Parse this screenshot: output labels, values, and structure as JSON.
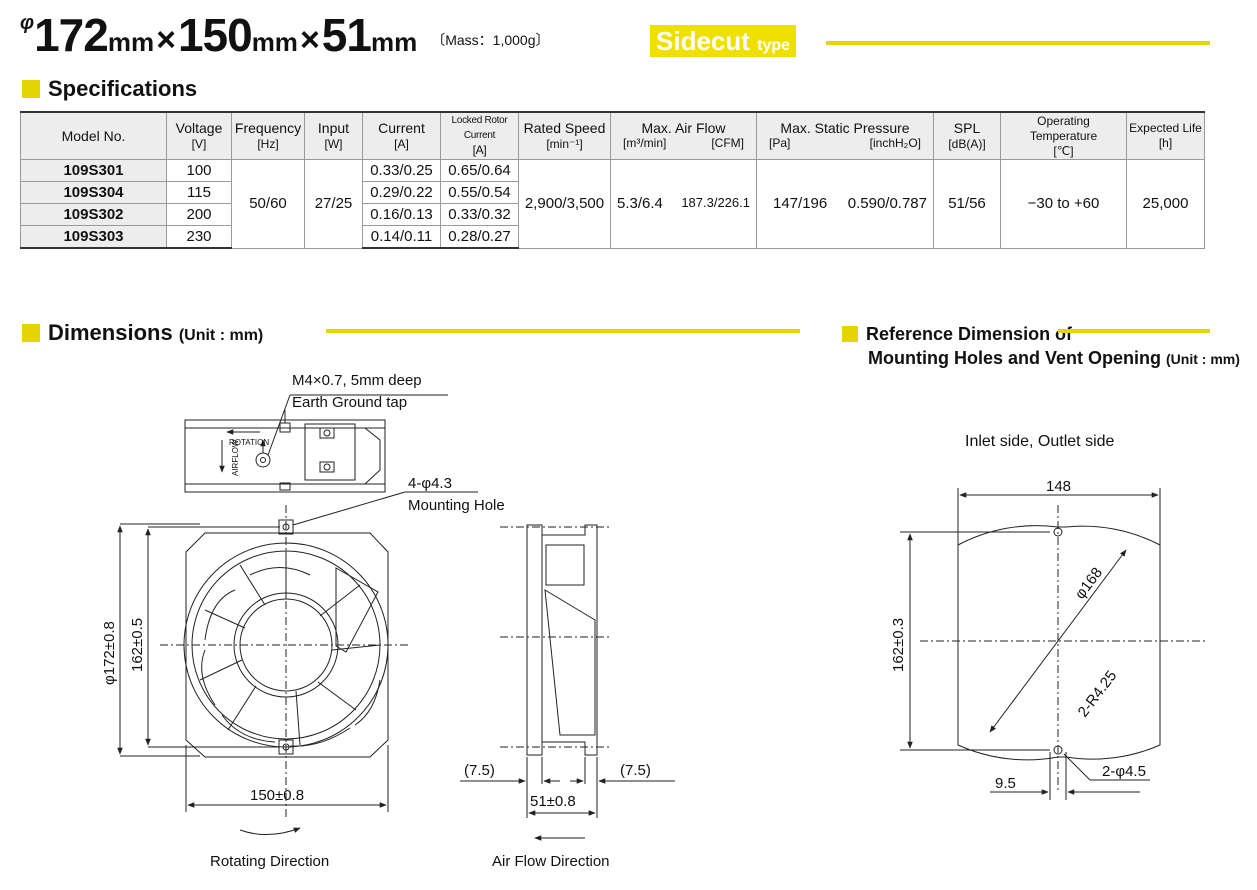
{
  "header": {
    "phi": "φ",
    "d1": "172",
    "u1": "mm",
    "x1": "×",
    "d2": "150",
    "u2": "mm",
    "x2": "×",
    "d3": "51",
    "u3": "mm",
    "mass": "〔Mass：1,000g〕",
    "type_name": "Sidecut",
    "type_suffix": "type"
  },
  "sections": {
    "specifications": "Specifications",
    "dimensions": "Dimensions",
    "dimensions_unit": "(Unit : mm)",
    "reference_line1": "Reference Dimension of",
    "reference_line2": "Mounting Holes and Vent Opening",
    "reference_unit": "(Unit : mm)"
  },
  "table": {
    "headers": {
      "model": "Model No.",
      "voltage": "Voltage",
      "voltage_u": "[V]",
      "frequency": "Frequency",
      "frequency_u": "[Hz]",
      "input": "Input",
      "input_u": "[W]",
      "current": "Current",
      "current_u": "[A]",
      "locked": "Locked Rotor Current",
      "locked_u": "[A]",
      "speed": "Rated Speed",
      "speed_u": "[min⁻¹]",
      "airflow": "Max. Air Flow",
      "airflow_u1": "[m³/min]",
      "airflow_u2": "[CFM]",
      "pressure": "Max. Static Pressure",
      "pressure_u1": "[Pa]",
      "pressure_u2": "[inchH₂O]",
      "spl": "SPL",
      "spl_u": "[dB(A)]",
      "temp": "Operating Temperature",
      "temp_u": "[℃]",
      "life": "Expected Life",
      "life_u": "[h]"
    },
    "rows": [
      {
        "model": "109S301",
        "voltage": "100",
        "current": "0.33/0.25",
        "locked": "0.65/0.64"
      },
      {
        "model": "109S304",
        "voltage": "115",
        "current": "0.29/0.22",
        "locked": "0.55/0.54"
      },
      {
        "model": "109S302",
        "voltage": "200",
        "current": "0.16/0.13",
        "locked": "0.33/0.32"
      },
      {
        "model": "109S303",
        "voltage": "230",
        "current": "0.14/0.11",
        "locked": "0.28/0.27"
      }
    ],
    "shared": {
      "frequency": "50/60",
      "input": "27/25",
      "speed": "2,900/3,500",
      "airflow_m3": "5.3/6.4",
      "airflow_cfm": "187.3/226.1",
      "pressure_pa": "147/196",
      "pressure_inch": "0.590/0.787",
      "spl": "51/56",
      "temp": "−30 to +60",
      "life": "25,000"
    }
  },
  "dimensions": {
    "earth_line1": "M4×0.7, 5mm deep",
    "earth_line2": "Earth Ground tap",
    "rotation": "ROTATION",
    "airflow": "AIRFLOW",
    "hole_line1": "4-φ4.3",
    "hole_line2": "Mounting Hole",
    "dia": "φ172±0.8",
    "h162": "162±0.5",
    "w150": "150±0.8",
    "side_left": "(7.5)",
    "side_right": "(7.5)",
    "depth": "51±0.8",
    "rotating_direction": "Rotating Direction",
    "airflow_direction": "Air Flow Direction"
  },
  "reference": {
    "side_label": "Inlet side, Outlet side",
    "w148": "148",
    "dia168": "φ168",
    "h162": "162±0.3",
    "radius": "2-R4.25",
    "offset": "9.5",
    "holes": "2-φ4.5"
  }
}
